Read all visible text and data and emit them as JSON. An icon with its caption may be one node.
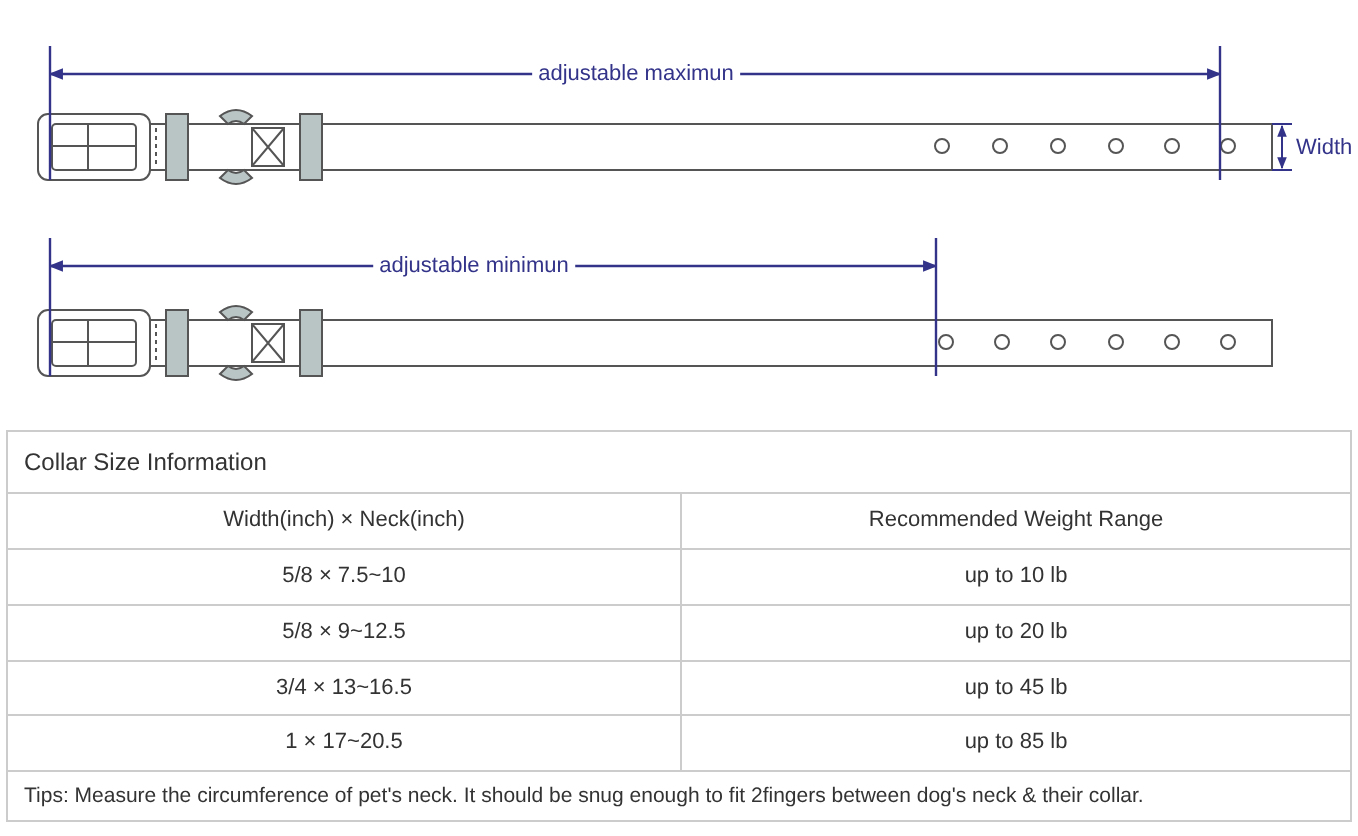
{
  "diagram": {
    "labels": [
      "adjustable maximun",
      "Width",
      "adjustable minimun",
      "Collar Size Information",
      "Width(inch)  ×  Neck(inch)",
      "Recommended Weight Range",
      "5/8 × 7.5~10",
      "up to 10 lb",
      "5/8 × 9~12.5",
      "up to 20 lb",
      "3/4 × 13~16.5",
      "up to 45 lb",
      "1 × 17~20.5",
      "up to 85 lb",
      "Tips: Measure the circumference of pet's neck. It should be snug enough to fit 2fingers between dog's neck & their collar."
    ]
  }
}
